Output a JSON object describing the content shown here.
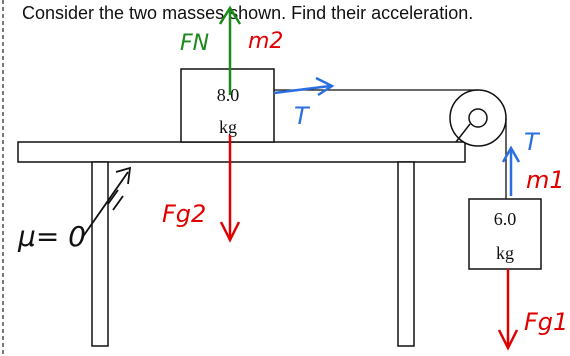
{
  "question": "Consider the two masses shown.  Find their acceleration.",
  "masses": {
    "table_block": {
      "mass_value": "8.0",
      "mass_unit": "kg"
    },
    "hanging_block": {
      "mass_value": "6.0",
      "mass_unit": "kg"
    }
  },
  "annotations": {
    "normal_force": "FN",
    "m2": "m2",
    "tension_top": "T",
    "tension_right": "T",
    "m1": "m1",
    "fg2": "Fg2",
    "fg1": "Fg1",
    "mu": "μ= 0"
  },
  "colors": {
    "black": "#111111",
    "green": "#1b8a1b",
    "red": "#e00000",
    "blue": "#2b6fe0"
  }
}
